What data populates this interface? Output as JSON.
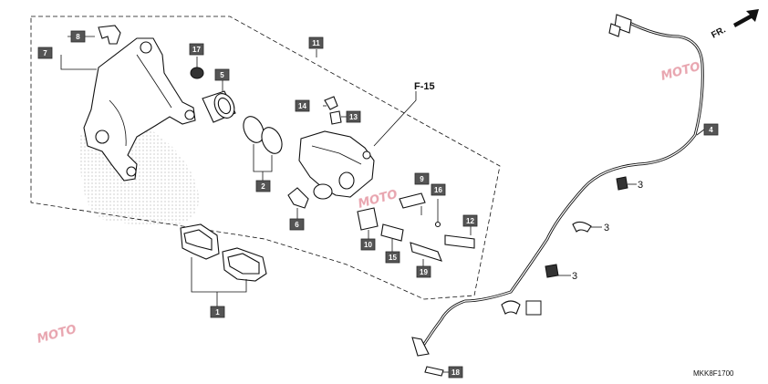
{
  "diagram": {
    "section_ref": "F-15",
    "direction_label": "FR.",
    "diagram_code": "MKK8F1700",
    "watermark_text": "MOTO",
    "accent_color": "#555555",
    "callouts": [
      {
        "id": "c1",
        "label": "1"
      },
      {
        "id": "c2",
        "label": "2"
      },
      {
        "id": "c3a",
        "label": "3"
      },
      {
        "id": "c3b",
        "label": "3"
      },
      {
        "id": "c3c",
        "label": "3"
      },
      {
        "id": "c4",
        "label": "4"
      },
      {
        "id": "c5",
        "label": "5"
      },
      {
        "id": "c6",
        "label": "6"
      },
      {
        "id": "c7",
        "label": "7"
      },
      {
        "id": "c8",
        "label": "8"
      },
      {
        "id": "c9",
        "label": "9"
      },
      {
        "id": "c10",
        "label": "10"
      },
      {
        "id": "c11",
        "label": "11"
      },
      {
        "id": "c12",
        "label": "12"
      },
      {
        "id": "c13",
        "label": "13"
      },
      {
        "id": "c14",
        "label": "14"
      },
      {
        "id": "c15",
        "label": "15"
      },
      {
        "id": "c16",
        "label": "16"
      },
      {
        "id": "c17",
        "label": "17"
      },
      {
        "id": "c18",
        "label": "18"
      },
      {
        "id": "c19",
        "label": "19"
      }
    ]
  }
}
